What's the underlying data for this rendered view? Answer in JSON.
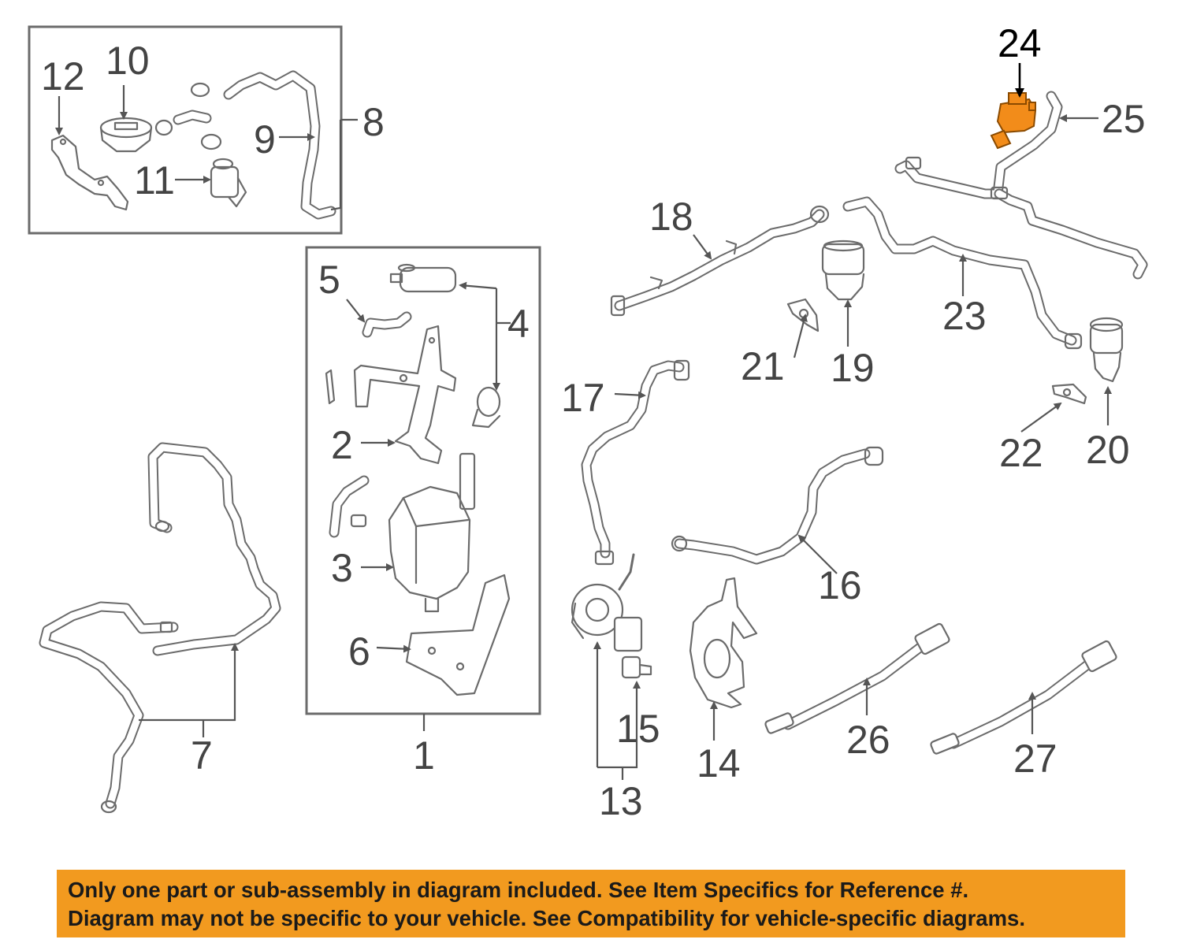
{
  "callouts": [
    "1",
    "2",
    "3",
    "4",
    "5",
    "6",
    "7",
    "8",
    "9",
    "10",
    "11",
    "12",
    "13",
    "14",
    "15",
    "16",
    "17",
    "18",
    "19",
    "20",
    "21",
    "22",
    "23",
    "24",
    "25",
    "26",
    "27"
  ],
  "highlighted_callout": "24",
  "highlight_color": "#f28c1a",
  "notice": {
    "line1": "Only one part or sub-assembly in diagram included. See Item Specifics for Reference #.",
    "line2": "Diagram may not be specific to your vehicle. See Compatibility for vehicle-specific diagrams.",
    "background": "#f29a1f"
  }
}
